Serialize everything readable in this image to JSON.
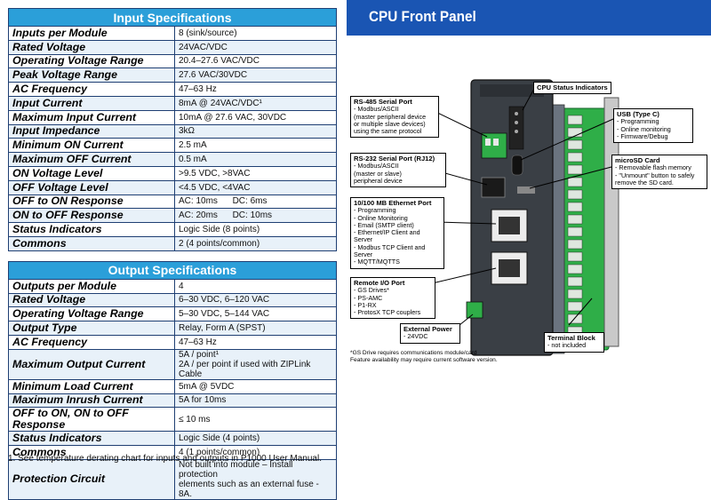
{
  "input_specs": {
    "title": "Input Specifications",
    "rows": [
      {
        "label": "Inputs per Module",
        "value": "8 (sink/source)"
      },
      {
        "label": "Rated Voltage",
        "value": "24VAC/VDC"
      },
      {
        "label": "Operating Voltage Range",
        "value": "20.4–27.6 VAC/VDC"
      },
      {
        "label": "Peak Voltage Range",
        "value": "27.6 VAC/30VDC"
      },
      {
        "label": "AC Frequency",
        "value": "47–63 Hz"
      },
      {
        "label": "Input Current",
        "value": "8mA @ 24VAC/VDC¹"
      },
      {
        "label": "Maximum Input Current",
        "value": "10mA @ 27.6 VAC, 30VDC"
      },
      {
        "label": "Input Impedance",
        "value": "3kΩ"
      },
      {
        "label": "Minimum ON Current",
        "value": "2.5 mA"
      },
      {
        "label": "Maximum OFF Current",
        "value": "0.5 mA"
      },
      {
        "label": "ON Voltage Level",
        "value": ">9.5 VDC, >8VAC"
      },
      {
        "label": "OFF Voltage Level",
        "value": "<4.5 VDC, <4VAC"
      },
      {
        "label": "OFF to ON Response",
        "value": "AC: 10ms      DC: 6ms"
      },
      {
        "label": "ON to OFF Response",
        "value": "AC: 20ms      DC: 10ms"
      },
      {
        "label": "Status Indicators",
        "value": "Logic Side (8 points)"
      },
      {
        "label": "Commons",
        "value": "2 (4 points/common)"
      }
    ]
  },
  "output_specs": {
    "title": "Output Specifications",
    "rows": [
      {
        "label": "Outputs per Module",
        "value": "4"
      },
      {
        "label": "Rated Voltage",
        "value": "6–30 VDC, 6–120 VAC"
      },
      {
        "label": "Operating Voltage Range",
        "value": "5–30 VDC, 5–144 VAC"
      },
      {
        "label": "Output Type",
        "value": "Relay, Form A (SPST)"
      },
      {
        "label": "AC Frequency",
        "value": "47–63 Hz"
      },
      {
        "label": "Maximum Output Current",
        "value": "5A / point¹",
        "value2": "2A / per point if used with ZIPLink Cable"
      },
      {
        "label": "Minimum Load Current",
        "value": "5mA @ 5VDC"
      },
      {
        "label": "Maximum Inrush Current",
        "value": "5A for 10ms"
      },
      {
        "label": "OFF to ON, ON to OFF Response",
        "value": "≤ 10 ms"
      },
      {
        "label": "Status Indicators",
        "value": "Logic Side (4 points)"
      },
      {
        "label": "Commons",
        "value": "4 (1 points/common)"
      },
      {
        "label": "Protection Circuit",
        "value": "Not built into module – Install protection",
        "value2": "elements such as an external fuse - 8A."
      }
    ]
  },
  "footnote": "1. See temperature derating chart for inputs and outputs in P1000 User Manual.",
  "cpu_panel": {
    "title": "CPU Front Panel",
    "callouts": {
      "status": {
        "title": "CPU Status Indicators"
      },
      "rs485": {
        "title": "RS-485 Serial Port",
        "lines": [
          "- Modbus/ASCII",
          "(master peripheral device",
          "or multiple slave devices)",
          "using the same protocol"
        ]
      },
      "usb": {
        "title": "USB (Type C)",
        "lines": [
          "- Programming",
          "- Online monitoring",
          "- Firmware/Debug"
        ]
      },
      "rs232": {
        "title": "RS-232 Serial Port (RJ12)",
        "lines": [
          "- Modbus/ASCII",
          "(master or slave)",
          "peripheral device"
        ]
      },
      "microsd": {
        "title": "microSD Card",
        "lines": [
          "- Removable flash memory",
          "- \"Unmount\" button to safely",
          "remove the SD card."
        ]
      },
      "ethernet": {
        "title": "10/100 MB Ethernet Port",
        "lines": [
          "- Programming",
          "- Online Monitoring",
          "- Email (SMTP client)",
          "- Ethernet/IP Client and",
          "Server",
          "- Modbus TCP Client and",
          "Server",
          "- MQTT/MQTTS"
        ]
      },
      "remote_io": {
        "title": "Remote I/O Port",
        "lines": [
          "- GS Drives*",
          "- PS-AMC",
          "- P1-RX",
          "- ProtosX TCP couplers"
        ]
      },
      "power": {
        "title": "External Power",
        "lines": [
          "- 24VDC"
        ]
      },
      "terminal": {
        "title": "Terminal Block",
        "lines": [
          "- not included"
        ]
      }
    },
    "note_lines": [
      "*GS Drive requires communications module/card",
      "Feature availability may require current software version."
    ]
  },
  "colors": {
    "header_blue": "#2b9fd9",
    "banner_blue": "#1a55b3",
    "border_navy": "#1f3f73",
    "terminal_green": "#2fae48"
  }
}
